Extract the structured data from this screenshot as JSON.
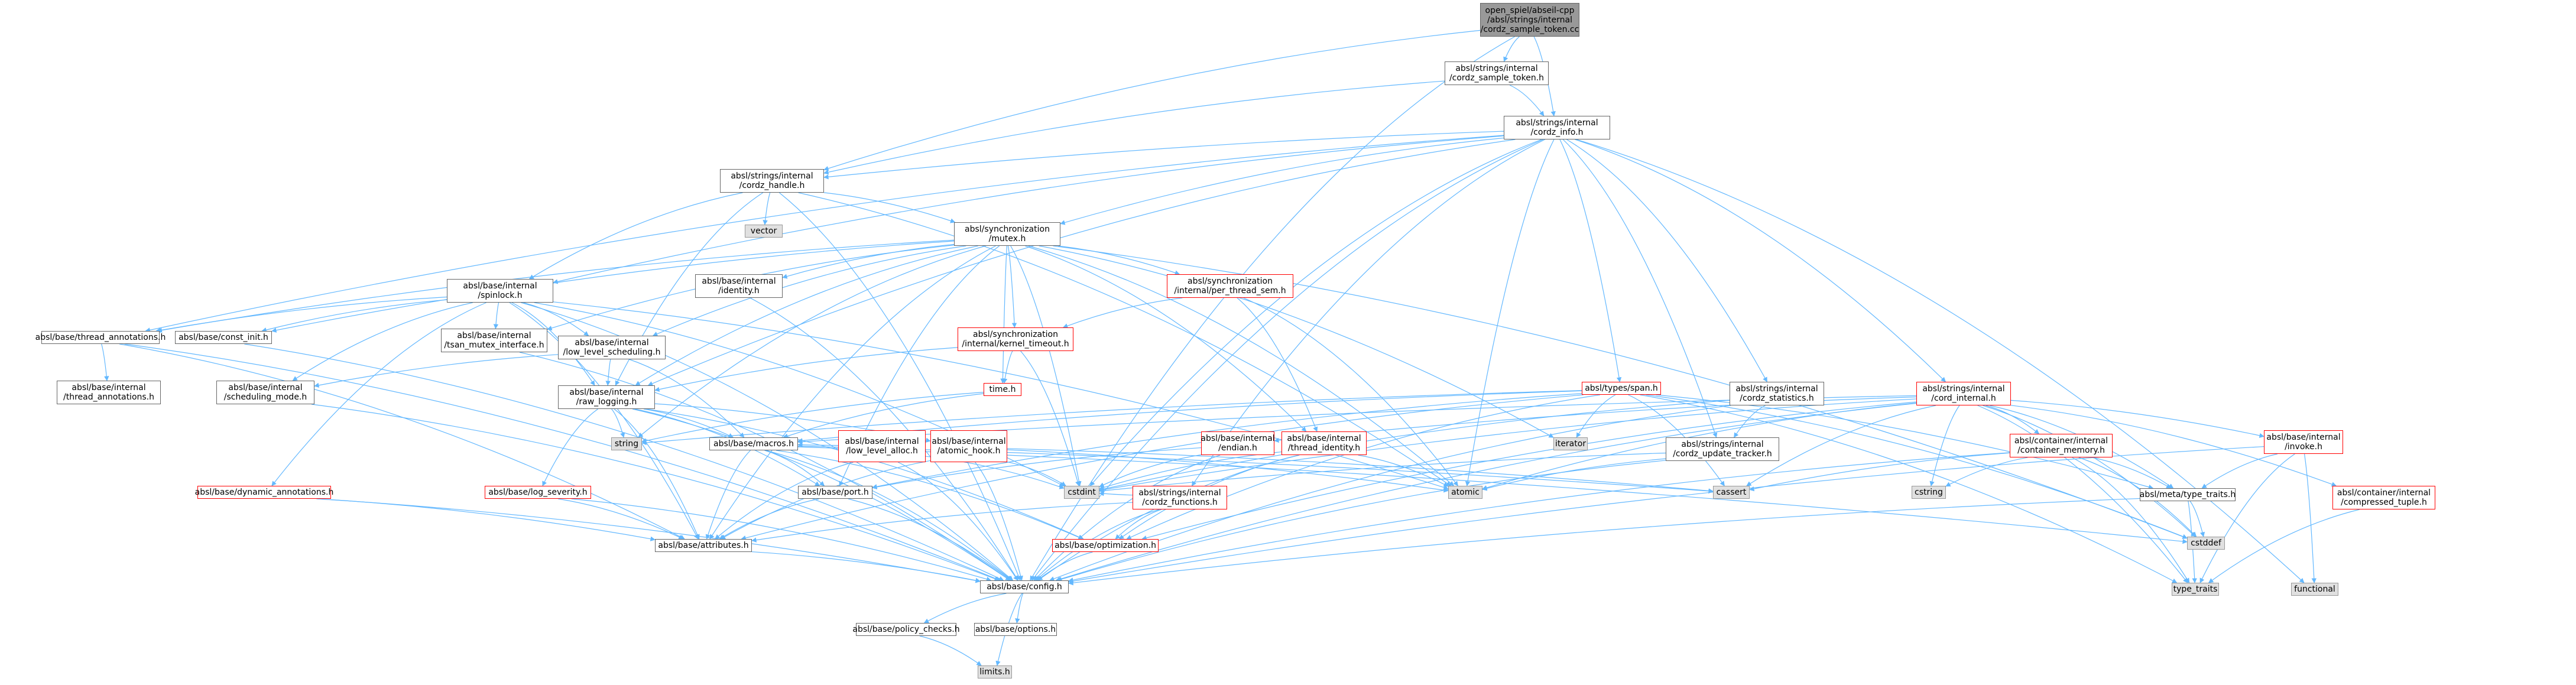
{
  "nodes": [
    {
      "id": "root",
      "lines": [
        "open_spiel/abseil-cpp",
        "/absl/strings/internal",
        "/cordz_sample_token.cc"
      ],
      "kind": "root"
    },
    {
      "id": "cst_h",
      "lines": [
        "absl/strings/internal",
        "/cordz_sample_token.h"
      ],
      "kind": "plain"
    },
    {
      "id": "cordz_info",
      "lines": [
        "absl/strings/internal",
        "/cordz_info.h"
      ],
      "kind": "plain"
    },
    {
      "id": "cordz_handle",
      "lines": [
        "absl/strings/internal",
        "/cordz_handle.h"
      ],
      "kind": "plain"
    },
    {
      "id": "vector",
      "lines": [
        "vector"
      ],
      "kind": "gray"
    },
    {
      "id": "mutex",
      "lines": [
        "absl/synchronization",
        "/mutex.h"
      ],
      "kind": "plain"
    },
    {
      "id": "spinlock",
      "lines": [
        "absl/base/internal",
        "/spinlock.h"
      ],
      "kind": "plain"
    },
    {
      "id": "identity",
      "lines": [
        "absl/base/internal",
        "/identity.h"
      ],
      "kind": "plain"
    },
    {
      "id": "per_thread_sem",
      "lines": [
        "absl/synchronization",
        "/internal/per_thread_sem.h"
      ],
      "kind": "red"
    },
    {
      "id": "kernel_timeout",
      "lines": [
        "absl/synchronization",
        "/internal/kernel_timeout.h"
      ],
      "kind": "red"
    },
    {
      "id": "time",
      "lines": [
        "time.h"
      ],
      "kind": "red"
    },
    {
      "id": "thread_ann",
      "lines": [
        "absl/base/thread_annotations.h"
      ],
      "kind": "plain"
    },
    {
      "id": "const_init",
      "lines": [
        "absl/base/const_init.h"
      ],
      "kind": "plain"
    },
    {
      "id": "tsan_mutex",
      "lines": [
        "absl/base/internal",
        "/tsan_mutex_interface.h"
      ],
      "kind": "plain"
    },
    {
      "id": "low_level_sched",
      "lines": [
        "absl/base/internal",
        "/low_level_scheduling.h"
      ],
      "kind": "plain"
    },
    {
      "id": "int_thread_ann",
      "lines": [
        "absl/base/internal",
        "/thread_annotations.h"
      ],
      "kind": "plain"
    },
    {
      "id": "sched_mode",
      "lines": [
        "absl/base/internal",
        "/scheduling_mode.h"
      ],
      "kind": "plain"
    },
    {
      "id": "raw_logging",
      "lines": [
        "absl/base/internal",
        "/raw_logging.h"
      ],
      "kind": "plain"
    },
    {
      "id": "dyn_ann",
      "lines": [
        "absl/base/dynamic_annotations.h"
      ],
      "kind": "red"
    },
    {
      "id": "log_severity",
      "lines": [
        "absl/base/log_severity.h"
      ],
      "kind": "red"
    },
    {
      "id": "string",
      "lines": [
        "string"
      ],
      "kind": "gray"
    },
    {
      "id": "macros",
      "lines": [
        "absl/base/macros.h"
      ],
      "kind": "plain"
    },
    {
      "id": "low_level_alloc",
      "lines": [
        "absl/base/internal",
        "/low_level_alloc.h"
      ],
      "kind": "red"
    },
    {
      "id": "atomic_hook",
      "lines": [
        "absl/base/internal",
        "/atomic_hook.h"
      ],
      "kind": "red"
    },
    {
      "id": "port",
      "lines": [
        "absl/base/port.h"
      ],
      "kind": "plain"
    },
    {
      "id": "attributes",
      "lines": [
        "absl/base/attributes.h"
      ],
      "kind": "plain"
    },
    {
      "id": "optimization",
      "lines": [
        "absl/base/optimization.h"
      ],
      "kind": "red"
    },
    {
      "id": "config",
      "lines": [
        "absl/base/config.h"
      ],
      "kind": "plain"
    },
    {
      "id": "policy_checks",
      "lines": [
        "absl/base/policy_checks.h"
      ],
      "kind": "plain"
    },
    {
      "id": "options",
      "lines": [
        "absl/base/options.h"
      ],
      "kind": "plain"
    },
    {
      "id": "limits",
      "lines": [
        "limits.h"
      ],
      "kind": "gray"
    },
    {
      "id": "endian",
      "lines": [
        "absl/base/internal",
        "/endian.h"
      ],
      "kind": "red"
    },
    {
      "id": "thread_identity",
      "lines": [
        "absl/base/internal",
        "/thread_identity.h"
      ],
      "kind": "red"
    },
    {
      "id": "cordz_functions",
      "lines": [
        "absl/strings/internal",
        "/cordz_functions.h"
      ],
      "kind": "red"
    },
    {
      "id": "cstdint",
      "lines": [
        "cstdint"
      ],
      "kind": "gray"
    },
    {
      "id": "atomic",
      "lines": [
        "atomic"
      ],
      "kind": "gray"
    },
    {
      "id": "iterator",
      "lines": [
        "iterator"
      ],
      "kind": "gray"
    },
    {
      "id": "span",
      "lines": [
        "absl/types/span.h"
      ],
      "kind": "red"
    },
    {
      "id": "cordz_statistics",
      "lines": [
        "absl/strings/internal",
        "/cordz_statistics.h"
      ],
      "kind": "plain"
    },
    {
      "id": "cordz_update_tracker",
      "lines": [
        "absl/strings/internal",
        "/cordz_update_tracker.h"
      ],
      "kind": "plain"
    },
    {
      "id": "cassert",
      "lines": [
        "cassert"
      ],
      "kind": "gray"
    },
    {
      "id": "cord_internal",
      "lines": [
        "absl/strings/internal",
        "/cord_internal.h"
      ],
      "kind": "red"
    },
    {
      "id": "container_memory",
      "lines": [
        "absl/container/internal",
        "/container_memory.h"
      ],
      "kind": "red"
    },
    {
      "id": "cstring",
      "lines": [
        "cstring"
      ],
      "kind": "gray"
    },
    {
      "id": "meta_type_traits",
      "lines": [
        "absl/meta/type_traits.h"
      ],
      "kind": "plain"
    },
    {
      "id": "invoke",
      "lines": [
        "absl/base/internal",
        "/invoke.h"
      ],
      "kind": "red"
    },
    {
      "id": "compressed_tuple",
      "lines": [
        "absl/container/internal",
        "/compressed_tuple.h"
      ],
      "kind": "red"
    },
    {
      "id": "cstddef",
      "lines": [
        "cstddef"
      ],
      "kind": "gray"
    },
    {
      "id": "type_traits",
      "lines": [
        "type_traits"
      ],
      "kind": "gray"
    },
    {
      "id": "functional",
      "lines": [
        "functional"
      ],
      "kind": "gray"
    }
  ],
  "edges": [
    [
      "root",
      "cst_h"
    ],
    [
      "root",
      "cordz_info"
    ],
    [
      "root",
      "cordz_handle"
    ],
    [
      "root",
      "config"
    ],
    [
      "cst_h",
      "cordz_info"
    ],
    [
      "cst_h",
      "cordz_handle"
    ],
    [
      "cordz_info",
      "cordz_handle"
    ],
    [
      "cordz_info",
      "mutex"
    ],
    [
      "cordz_info",
      "span"
    ],
    [
      "cordz_info",
      "cordz_statistics"
    ],
    [
      "cordz_info",
      "cordz_update_tracker"
    ],
    [
      "cordz_info",
      "cord_internal"
    ],
    [
      "cordz_info",
      "cordz_functions"
    ],
    [
      "cordz_info",
      "thread_ann"
    ],
    [
      "cordz_info",
      "raw_logging"
    ],
    [
      "cordz_info",
      "spinlock"
    ],
    [
      "cordz_info",
      "atomic"
    ],
    [
      "cordz_info",
      "cstdint"
    ],
    [
      "cordz_info",
      "functional"
    ],
    [
      "cordz_info",
      "config"
    ],
    [
      "cordz_handle",
      "vector"
    ],
    [
      "cordz_handle",
      "mutex"
    ],
    [
      "cordz_handle",
      "spinlock"
    ],
    [
      "cordz_handle",
      "raw_logging"
    ],
    [
      "cordz_handle",
      "atomic"
    ],
    [
      "cordz_handle",
      "config"
    ],
    [
      "mutex",
      "identity"
    ],
    [
      "mutex",
      "per_thread_sem"
    ],
    [
      "mutex",
      "kernel_timeout"
    ],
    [
      "mutex",
      "time"
    ],
    [
      "mutex",
      "thread_ann"
    ],
    [
      "mutex",
      "const_init"
    ],
    [
      "mutex",
      "tsan_mutex"
    ],
    [
      "mutex",
      "low_level_sched"
    ],
    [
      "mutex",
      "raw_logging"
    ],
    [
      "mutex",
      "atomic"
    ],
    [
      "mutex",
      "cstdint"
    ],
    [
      "mutex",
      "string"
    ],
    [
      "mutex",
      "iterator"
    ],
    [
      "mutex",
      "thread_identity"
    ],
    [
      "mutex",
      "cstddef"
    ],
    [
      "mutex",
      "attributes"
    ],
    [
      "mutex",
      "port"
    ],
    [
      "spinlock",
      "thread_ann"
    ],
    [
      "spinlock",
      "const_init"
    ],
    [
      "spinlock",
      "tsan_mutex"
    ],
    [
      "spinlock",
      "low_level_sched"
    ],
    [
      "spinlock",
      "sched_mode"
    ],
    [
      "spinlock",
      "raw_logging"
    ],
    [
      "spinlock",
      "dyn_ann"
    ],
    [
      "spinlock",
      "attributes"
    ],
    [
      "spinlock",
      "atomic"
    ],
    [
      "spinlock",
      "cstdint"
    ],
    [
      "spinlock",
      "config"
    ],
    [
      "identity",
      "config"
    ],
    [
      "per_thread_sem",
      "kernel_timeout"
    ],
    [
      "per_thread_sem",
      "thread_identity"
    ],
    [
      "per_thread_sem",
      "atomic"
    ],
    [
      "kernel_timeout",
      "time"
    ],
    [
      "kernel_timeout",
      "raw_logging"
    ],
    [
      "kernel_timeout",
      "cstdint"
    ],
    [
      "time",
      "string"
    ],
    [
      "time",
      "macros"
    ],
    [
      "thread_ann",
      "int_thread_ann"
    ],
    [
      "thread_ann",
      "attributes"
    ],
    [
      "thread_ann",
      "config"
    ],
    [
      "const_init",
      "config"
    ],
    [
      "tsan_mutex",
      "config"
    ],
    [
      "low_level_sched",
      "sched_mode"
    ],
    [
      "low_level_sched",
      "macros"
    ],
    [
      "low_level_sched",
      "raw_logging"
    ],
    [
      "sched_mode",
      "config"
    ],
    [
      "raw_logging",
      "string"
    ],
    [
      "raw_logging",
      "atomic_hook"
    ],
    [
      "raw_logging",
      "log_severity"
    ],
    [
      "raw_logging",
      "macros"
    ],
    [
      "raw_logging",
      "port"
    ],
    [
      "raw_logging",
      "optimization"
    ],
    [
      "raw_logging",
      "attributes"
    ],
    [
      "raw_logging",
      "config"
    ],
    [
      "dyn_ann",
      "attributes"
    ],
    [
      "dyn_ann",
      "config"
    ],
    [
      "log_severity",
      "attributes"
    ],
    [
      "log_severity",
      "config"
    ],
    [
      "macros",
      "cassert"
    ],
    [
      "macros",
      "cstddef"
    ],
    [
      "macros",
      "attributes"
    ],
    [
      "macros",
      "optimization"
    ],
    [
      "macros",
      "port"
    ],
    [
      "macros",
      "config"
    ],
    [
      "low_level_alloc",
      "cstdint"
    ],
    [
      "low_level_alloc",
      "attributes"
    ],
    [
      "low_level_alloc",
      "macros"
    ],
    [
      "low_level_alloc",
      "config"
    ],
    [
      "atomic_hook",
      "atomic"
    ],
    [
      "atomic_hook",
      "cassert"
    ],
    [
      "atomic_hook",
      "cstdint"
    ],
    [
      "atomic_hook",
      "attributes"
    ],
    [
      "atomic_hook",
      "config"
    ],
    [
      "port",
      "attributes"
    ],
    [
      "port",
      "config"
    ],
    [
      "attributes",
      "config"
    ],
    [
      "optimization",
      "config"
    ],
    [
      "config",
      "policy_checks"
    ],
    [
      "config",
      "options"
    ],
    [
      "config",
      "limits"
    ],
    [
      "policy_checks",
      "limits"
    ],
    [
      "endian",
      "cstdint"
    ],
    [
      "endian",
      "port"
    ],
    [
      "endian",
      "config"
    ],
    [
      "thread_identity",
      "atomic"
    ],
    [
      "thread_identity",
      "cstdint"
    ],
    [
      "thread_identity",
      "optimization"
    ],
    [
      "thread_identity",
      "config"
    ],
    [
      "cordz_functions",
      "cstdint"
    ],
    [
      "cordz_functions",
      "attributes"
    ],
    [
      "cordz_functions",
      "optimization"
    ],
    [
      "cordz_functions",
      "config"
    ],
    [
      "span",
      "algorithm"
    ],
    [
      "span",
      "cassert"
    ],
    [
      "span",
      "cstddef"
    ],
    [
      "span",
      "type_traits"
    ],
    [
      "span",
      "attributes"
    ],
    [
      "span",
      "macros"
    ],
    [
      "span",
      "optimization"
    ],
    [
      "span",
      "port"
    ],
    [
      "span",
      "iterator"
    ],
    [
      "span",
      "string"
    ],
    [
      "span",
      "meta_type_traits"
    ],
    [
      "cordz_statistics",
      "cordz_update_tracker"
    ],
    [
      "cordz_statistics",
      "cstdint"
    ],
    [
      "cordz_statistics",
      "config"
    ],
    [
      "cordz_update_tracker",
      "atomic"
    ],
    [
      "cordz_update_tracker",
      "cstdint"
    ],
    [
      "cordz_update_tracker",
      "config"
    ],
    [
      "cord_internal",
      "endian"
    ],
    [
      "cord_internal",
      "container_memory"
    ],
    [
      "cord_internal",
      "invoke"
    ],
    [
      "cord_internal",
      "compressed_tuple"
    ],
    [
      "cord_internal",
      "meta_type_traits"
    ],
    [
      "cord_internal",
      "cstring"
    ],
    [
      "cord_internal",
      "cassert"
    ],
    [
      "cord_internal",
      "cstddef"
    ],
    [
      "cord_internal",
      "cstdint"
    ],
    [
      "cord_internal",
      "atomic"
    ],
    [
      "cord_internal",
      "type_traits"
    ],
    [
      "cord_internal",
      "macros"
    ],
    [
      "cord_internal",
      "optimization"
    ],
    [
      "cord_internal",
      "config"
    ],
    [
      "container_memory",
      "meta_type_traits"
    ],
    [
      "container_memory",
      "cassert"
    ],
    [
      "container_memory",
      "cstddef"
    ],
    [
      "container_memory",
      "cstring"
    ],
    [
      "container_memory",
      "type_traits"
    ],
    [
      "container_memory",
      "config"
    ],
    [
      "meta_type_traits",
      "type_traits"
    ],
    [
      "meta_type_traits",
      "cstddef"
    ],
    [
      "meta_type_traits",
      "config"
    ],
    [
      "invoke",
      "functional"
    ],
    [
      "invoke",
      "type_traits"
    ],
    [
      "invoke",
      "meta_type_traits"
    ],
    [
      "invoke",
      "config"
    ],
    [
      "compressed_tuple",
      "type_traits"
    ]
  ],
  "colors": {
    "edge": "#63b8ff",
    "edge_red": "#ff0000",
    "border": "#666666",
    "border_red": "#ff0000",
    "gray_fill": "#e0e0e0",
    "root_fill": "#999999"
  }
}
